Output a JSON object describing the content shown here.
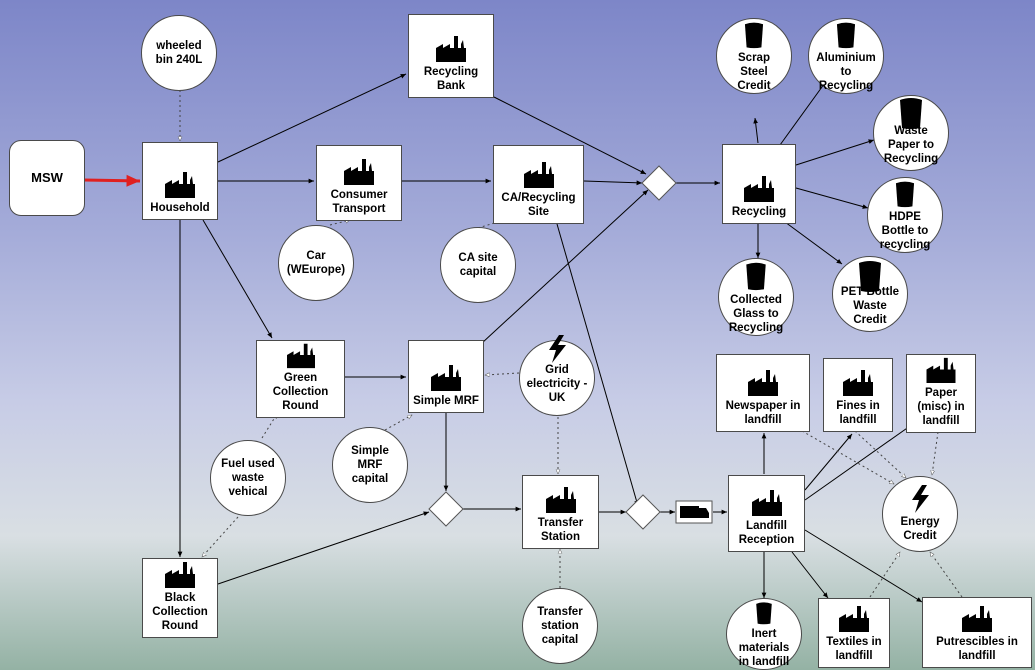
{
  "nodes": {
    "msw": "MSW",
    "household": "Household",
    "consumer_transport": "Consumer Transport",
    "ca_recycling_site": "CA/Recycling Site",
    "recycling_bank": "Recycling Bank",
    "recycling": "Recycling",
    "green_collection": "Green Collection Round",
    "simple_mrf": "Simple MRF",
    "transfer_station": "Transfer Station",
    "landfill_reception": "Landfill Reception",
    "black_collection": "Black Collection Round",
    "newspaper_landfill": "Newspaper in landfill",
    "fines_landfill": "Fines in landfill",
    "paper_landfill": "Paper (misc) in landfill",
    "textiles_landfill": "Textiles in landfill",
    "putrescibles_landfill": "Putrescibles in landfill",
    "wheeled_bin": "wheeled bin 240L",
    "car": "Car (WEurope)",
    "ca_site_capital": "CA site capital",
    "simple_mrf_capital": "Simple MRF capital",
    "grid_electricity": "Grid electricity - UK",
    "fuel_waste_vehicle": "Fuel used waste vehical",
    "transfer_station_capital": "Transfer station capital",
    "energy_credit": "Energy Credit",
    "inert_materials": "Inert materials in landfill",
    "scrap_steel": "Scrap Steel Credit",
    "aluminium": "Aluminium to Recycling",
    "waste_paper": "Waste Paper to Recycling",
    "hdpe_bottle": "HDPE Bottle to recycling",
    "pet_bottle": "PET Bottle Waste Credit",
    "collected_glass": "Collected Glass to Recycling"
  },
  "icons": {
    "process": "factory-icon",
    "credit": "bin-icon",
    "energy": "lightning-icon",
    "truck": "truck-icon"
  },
  "colors": {
    "msw_flow": "#e02020",
    "link": "#000000",
    "node_fill": "#ffffff"
  }
}
